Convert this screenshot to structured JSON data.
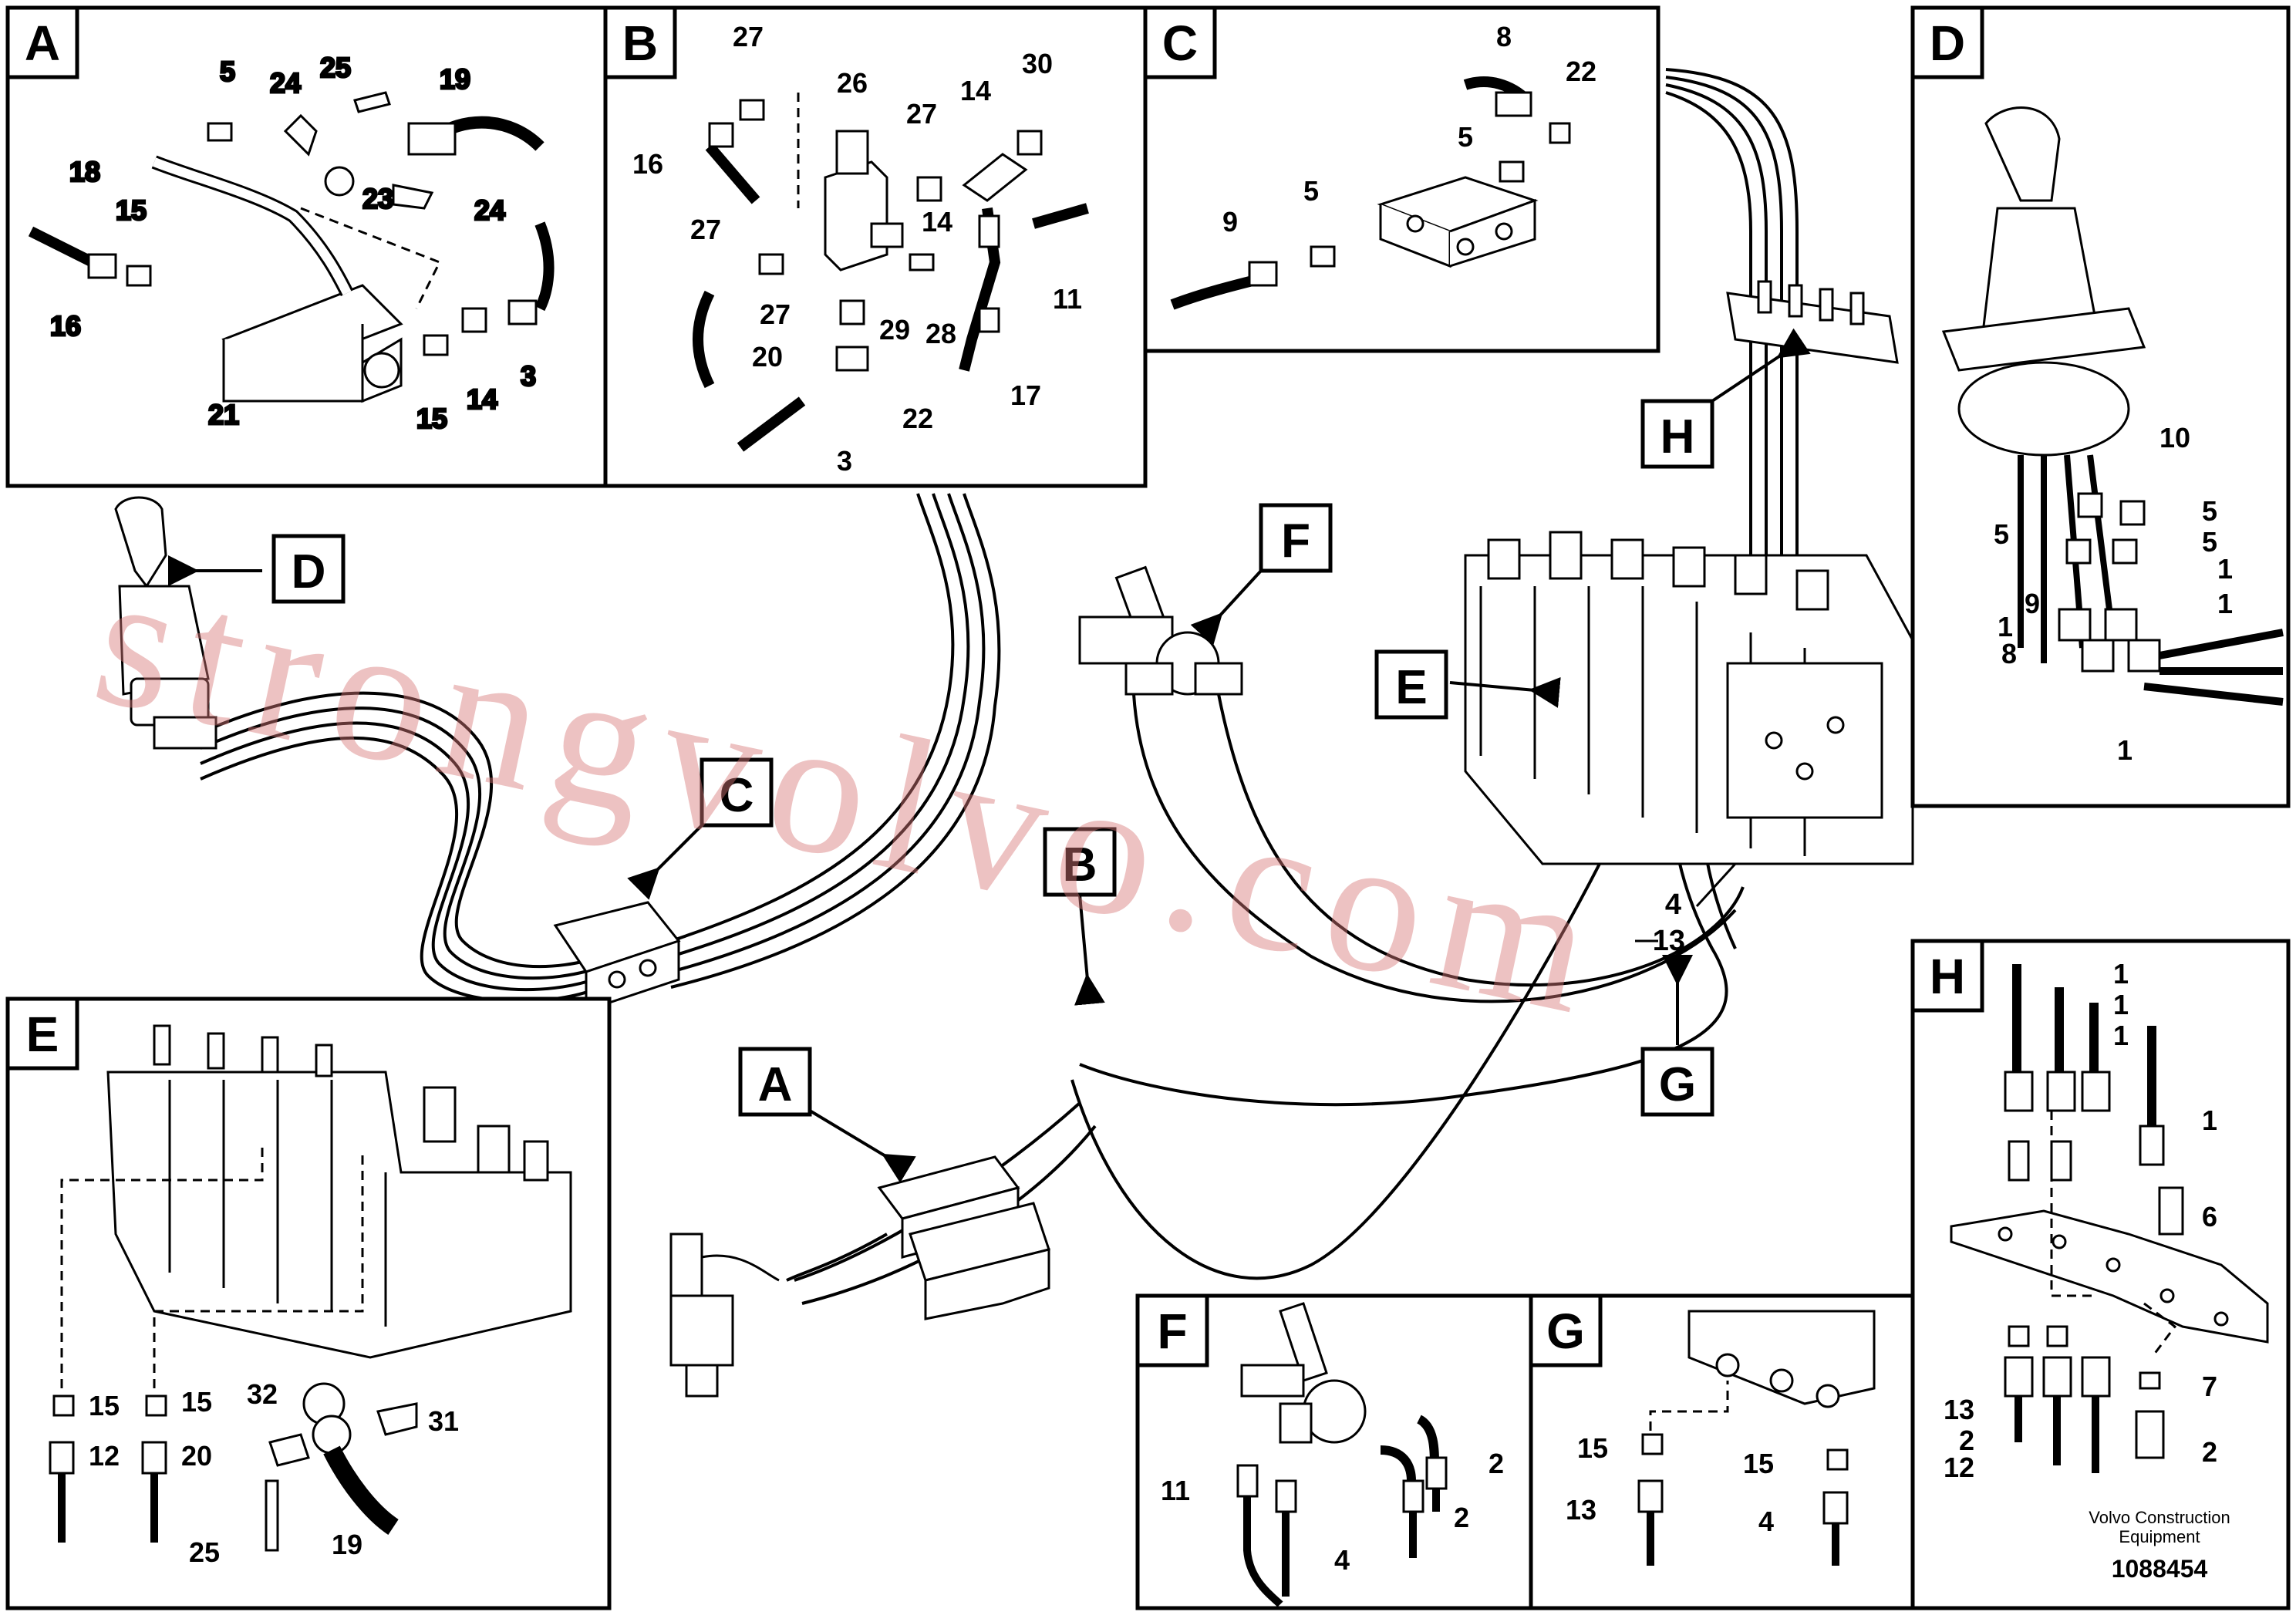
{
  "watermark": "strongvolvo.com",
  "footer": {
    "company": "Volvo Construction",
    "company_line2": "Equipment",
    "part_number": "1088454"
  },
  "panels": [
    {
      "id": "A",
      "callouts": [
        "5",
        "24",
        "25",
        "19",
        "18",
        "15",
        "23",
        "24",
        "16",
        "15",
        "14",
        "3",
        "21"
      ]
    },
    {
      "id": "B",
      "callouts": [
        "27",
        "26",
        "30",
        "16",
        "27",
        "14",
        "27",
        "14",
        "11",
        "27",
        "29",
        "28",
        "20",
        "22",
        "17",
        "3"
      ]
    },
    {
      "id": "C",
      "callouts": [
        "8",
        "22",
        "5",
        "5",
        "9"
      ]
    },
    {
      "id": "D",
      "callouts": [
        "10",
        "5",
        "5",
        "5",
        "1",
        "1",
        "9",
        "1",
        "8",
        "1"
      ]
    },
    {
      "id": "E",
      "callouts": [
        "15",
        "15",
        "32",
        "31",
        "12",
        "20",
        "25",
        "19"
      ]
    },
    {
      "id": "F",
      "callouts": [
        "2",
        "11",
        "2",
        "4"
      ]
    },
    {
      "id": "G",
      "callouts": [
        "15",
        "15",
        "13",
        "4"
      ]
    },
    {
      "id": "H",
      "callouts": [
        "1",
        "1",
        "1",
        "1",
        "6",
        "7",
        "13",
        "2",
        "12",
        "2"
      ]
    }
  ],
  "main_view": {
    "pointer_labels": [
      "D",
      "C",
      "F",
      "H",
      "E",
      "B",
      "A",
      "G"
    ],
    "callouts": [
      "4",
      "13"
    ]
  },
  "icons": [
    "joystick-icon",
    "distribution-block-icon",
    "control-valve-icon",
    "hydraulic-hose-icon",
    "solenoid-valve-icon"
  ]
}
